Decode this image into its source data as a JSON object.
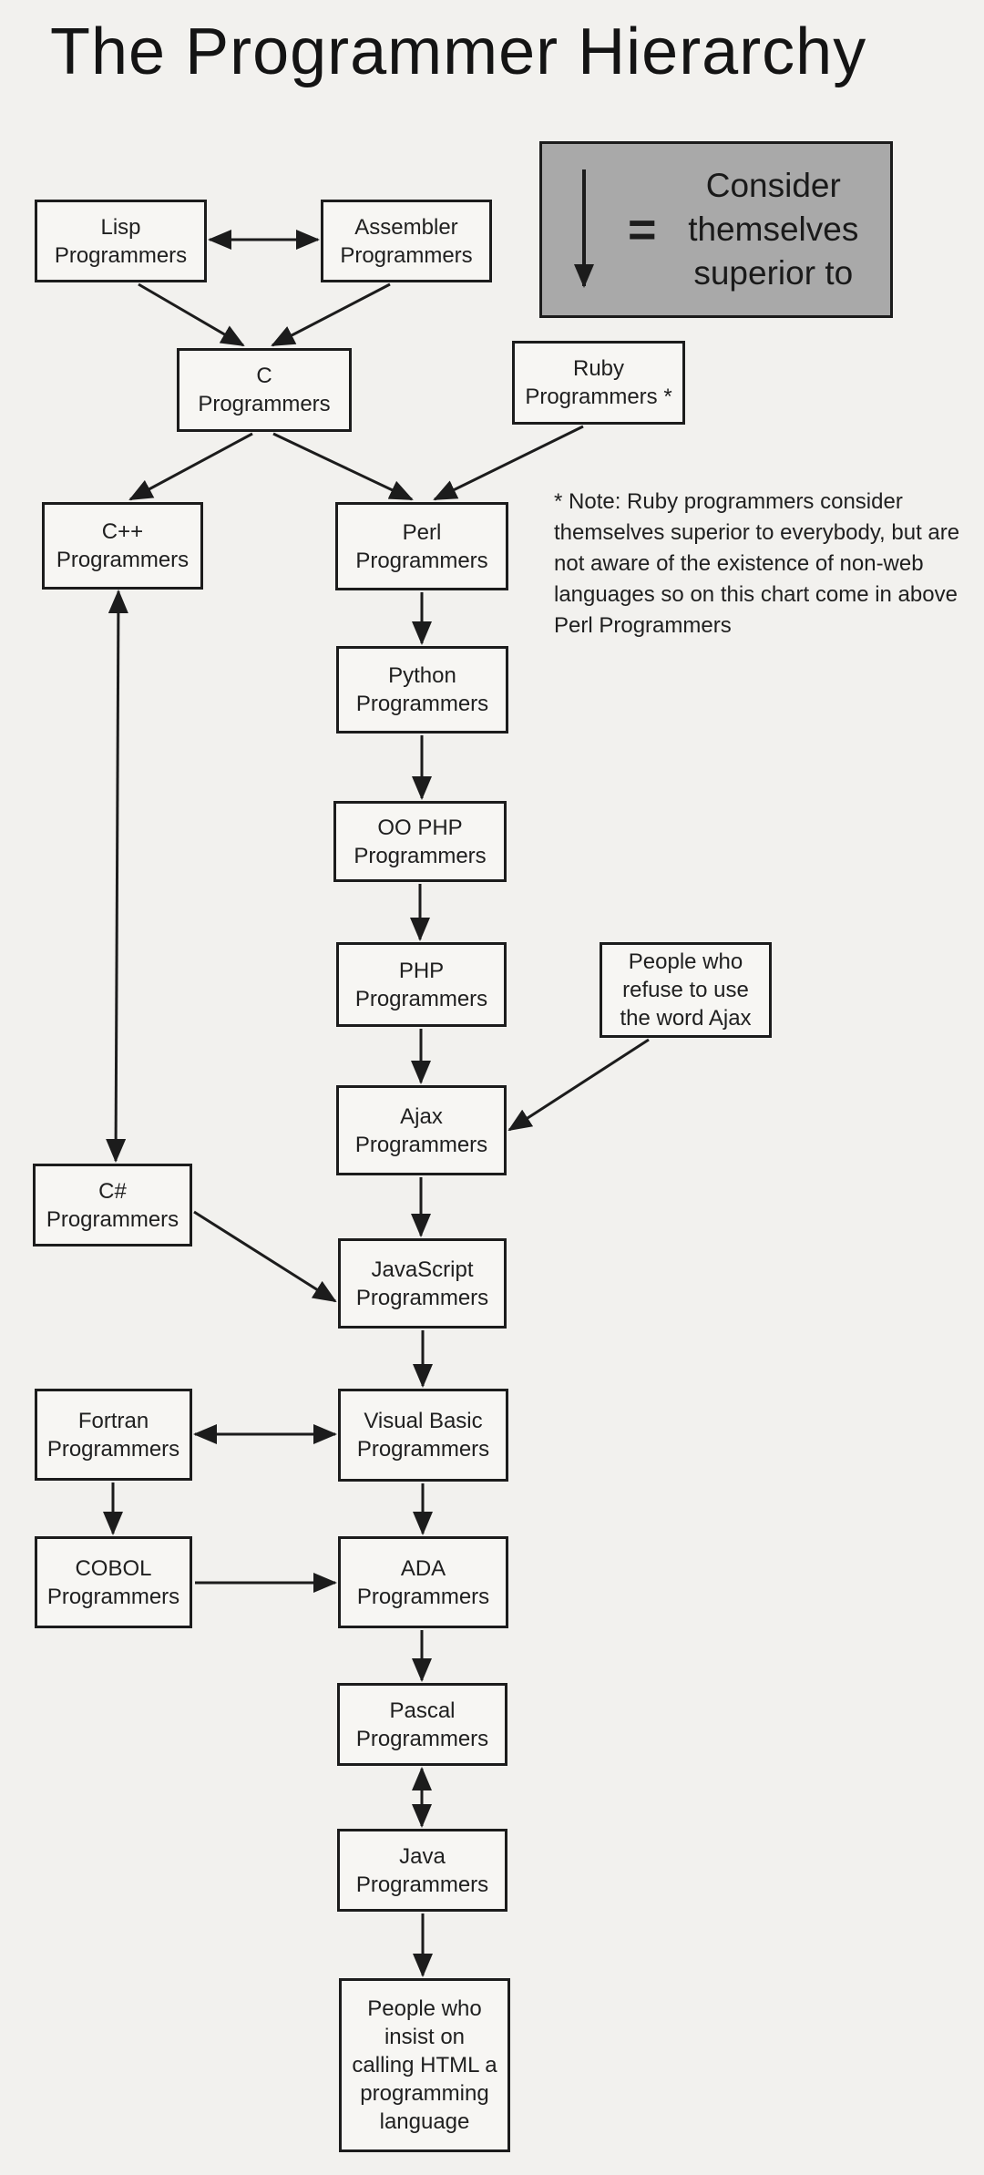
{
  "title": "The Programmer Hierarchy",
  "legend": {
    "arrow_icon": "down-arrow",
    "equals_sign": "=",
    "label": "Consider\nthemselves\nsuperior to"
  },
  "note": "* Note: Ruby programmers consider themselves superior to everybody, but are not aware of the existence of non-web languages so on this chart come in above Perl Programmers",
  "nodes": {
    "lisp": {
      "label": "Lisp\nProgrammers"
    },
    "assembler": {
      "label": "Assembler\nProgrammers"
    },
    "c": {
      "label": "C\nProgrammers"
    },
    "ruby": {
      "label": "Ruby\nProgrammers *"
    },
    "cpp": {
      "label": "C++\nProgrammers"
    },
    "perl": {
      "label": "Perl\nProgrammers"
    },
    "python": {
      "label": "Python\nProgrammers"
    },
    "oo_php": {
      "label": "OO PHP\nProgrammers"
    },
    "php": {
      "label": "PHP\nProgrammers"
    },
    "refuse_ajax": {
      "label": "People who\nrefuse to use\nthe word Ajax"
    },
    "ajax": {
      "label": "Ajax\nProgrammers"
    },
    "csharp": {
      "label": "C#\nProgrammers"
    },
    "javascript": {
      "label": "JavaScript\nProgrammers"
    },
    "fortran": {
      "label": "Fortran\nProgrammers"
    },
    "visual_basic": {
      "label": "Visual Basic\nProgrammers"
    },
    "cobol": {
      "label": "COBOL\nProgrammers"
    },
    "ada": {
      "label": "ADA\nProgrammers"
    },
    "pascal": {
      "label": "Pascal\nProgrammers"
    },
    "java": {
      "label": "Java\nProgrammers"
    },
    "html_people": {
      "label": "People who\ninsist on\ncalling HTML a\nprogramming\nlanguage"
    }
  },
  "edges": [
    {
      "from": "lisp",
      "to": "assembler",
      "type": "mutual"
    },
    {
      "from": "lisp",
      "to": "c",
      "type": "superior-to"
    },
    {
      "from": "assembler",
      "to": "c",
      "type": "superior-to"
    },
    {
      "from": "c",
      "to": "cpp",
      "type": "superior-to"
    },
    {
      "from": "c",
      "to": "perl",
      "type": "superior-to"
    },
    {
      "from": "ruby",
      "to": "perl",
      "type": "superior-to"
    },
    {
      "from": "perl",
      "to": "python",
      "type": "superior-to"
    },
    {
      "from": "python",
      "to": "oo_php",
      "type": "superior-to"
    },
    {
      "from": "oo_php",
      "to": "php",
      "type": "superior-to"
    },
    {
      "from": "php",
      "to": "ajax",
      "type": "superior-to"
    },
    {
      "from": "refuse_ajax",
      "to": "ajax",
      "type": "superior-to"
    },
    {
      "from": "ajax",
      "to": "javascript",
      "type": "superior-to"
    },
    {
      "from": "cpp",
      "to": "csharp",
      "type": "mutual"
    },
    {
      "from": "csharp",
      "to": "javascript",
      "type": "superior-to"
    },
    {
      "from": "javascript",
      "to": "visual_basic",
      "type": "superior-to"
    },
    {
      "from": "fortran",
      "to": "visual_basic",
      "type": "mutual"
    },
    {
      "from": "fortran",
      "to": "cobol",
      "type": "superior-to"
    },
    {
      "from": "cobol",
      "to": "ada",
      "type": "superior-to"
    },
    {
      "from": "visual_basic",
      "to": "ada",
      "type": "superior-to"
    },
    {
      "from": "ada",
      "to": "pascal",
      "type": "superior-to"
    },
    {
      "from": "pascal",
      "to": "java",
      "type": "mutual"
    },
    {
      "from": "java",
      "to": "html_people",
      "type": "superior-to"
    }
  ],
  "colors": {
    "background": "#f2f1ee",
    "box_fill": "#f7f6f3",
    "box_border": "#1c1c1c",
    "arrow": "#1c1c1c",
    "legend_fill": "#a9a9a9",
    "text": "#1c1c1c"
  }
}
